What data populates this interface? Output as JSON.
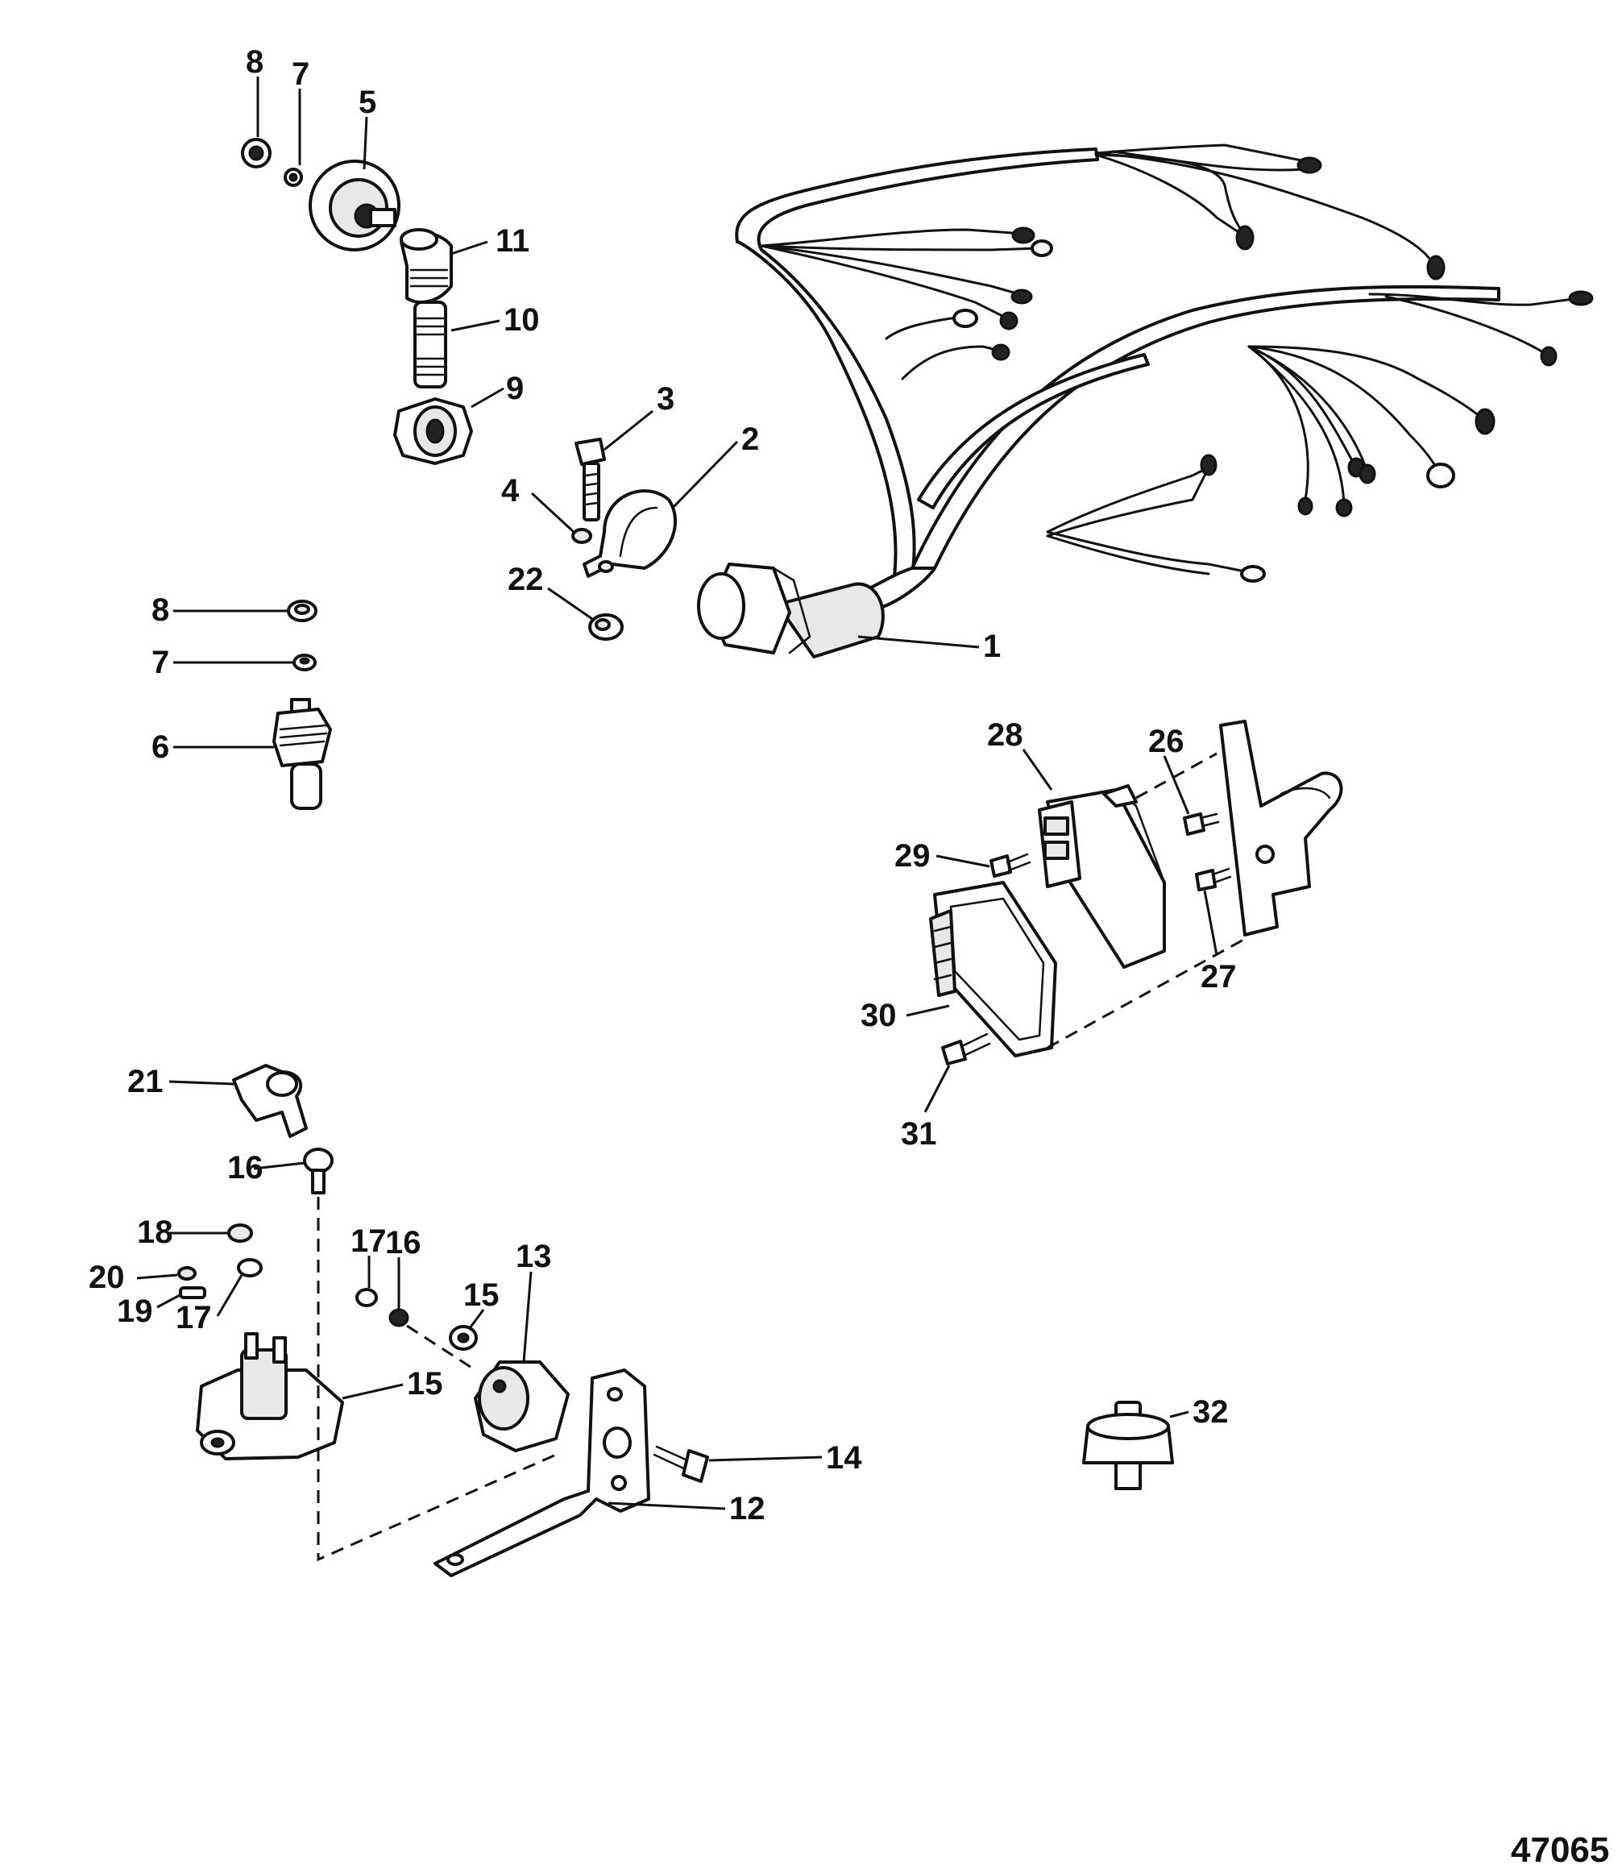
{
  "figure_number": "47065",
  "callouts": {
    "c1": "1",
    "c2": "2",
    "c3": "3",
    "c4": "4",
    "c5": "5",
    "c6": "6",
    "c7a": "7",
    "c7b": "7",
    "c8a": "8",
    "c8b": "8",
    "c9": "9",
    "c10": "10",
    "c11": "11",
    "c12": "12",
    "c13": "13",
    "c14": "14",
    "c15a": "15",
    "c15b": "15",
    "c16a": "16",
    "c16b": "16",
    "c17a": "17",
    "c17b": "17",
    "c18": "18",
    "c19": "19",
    "c20": "20",
    "c21": "21",
    "c22": "22",
    "c26": "26",
    "c27": "27",
    "c28": "28",
    "c29": "29",
    "c30": "30",
    "c31": "31",
    "c32": "32"
  },
  "parts": {
    "p1": "wiring-harness",
    "p2": "harness-clamp",
    "p3": "clamp-screw",
    "p4": "lock-washer",
    "p5": "oil-pressure-sender",
    "p6": "temperature-sender",
    "p7": "lock-washer",
    "p8": "nut",
    "p9": "adapter-fitting",
    "p10": "pipe-nipple",
    "p11": "elbow-fitting",
    "p12": "mounting-bracket",
    "p13": "circuit-breaker",
    "p14": "screw",
    "p15": "slave-solenoid",
    "p16": "screw",
    "p17": "lock-washer",
    "p18": "nut",
    "p19": "screw",
    "p20": "washer",
    "p21": "terminal-boot",
    "p22": "nut",
    "p26": "screw",
    "p27": "screw",
    "p28": "ignition-module",
    "p29": "screw",
    "p30": "control-module",
    "p31": "screw",
    "p32": "knock-sensor"
  }
}
